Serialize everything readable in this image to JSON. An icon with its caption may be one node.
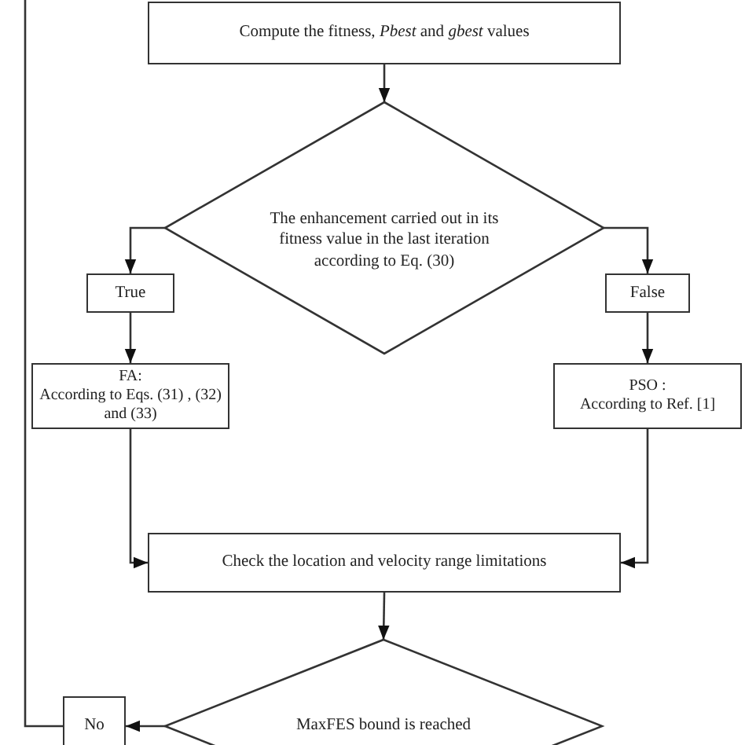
{
  "diagram": {
    "nodes": [
      {
        "text": [
          "Compute the fitness, *Pbest* and *gbest* values"
        ]
      },
      {
        "text": [
          "The enhancement carried out in its fitness value in the last iteration according to Eq. (30)"
        ]
      },
      {
        "text": [
          "True"
        ]
      },
      {
        "text": [
          "False"
        ]
      },
      {
        "text": [
          "FA:",
          "According to Eqs. (31) , (32) and (33)"
        ]
      },
      {
        "text": [
          "PSO :",
          "According to Ref. [1]"
        ]
      },
      {
        "text": [
          "Check the location and velocity range limitations"
        ]
      },
      {
        "text": [
          "MaxFES bound is reached"
        ]
      },
      {
        "text": [
          "No"
        ]
      }
    ],
    "edges": [
      {
        "from": 0,
        "to": 1,
        "arrow": "to"
      },
      {
        "from": 1,
        "to": 2,
        "arrow": "to"
      },
      {
        "from": 1,
        "to": 3,
        "arrow": "to"
      },
      {
        "from": 2,
        "to": 4,
        "arrow": "to"
      },
      {
        "from": 3,
        "to": 5,
        "arrow": "to"
      },
      {
        "from": 4,
        "to": 6,
        "arrow": "to"
      },
      {
        "from": 5,
        "to": 6,
        "arrow": "to"
      },
      {
        "from": 6,
        "to": 7,
        "arrow": "to"
      },
      {
        "from": 7,
        "to": 8,
        "arrow": "to"
      },
      {
        "from": 8,
        "to": null,
        "arrow": "none"
      }
    ]
  }
}
